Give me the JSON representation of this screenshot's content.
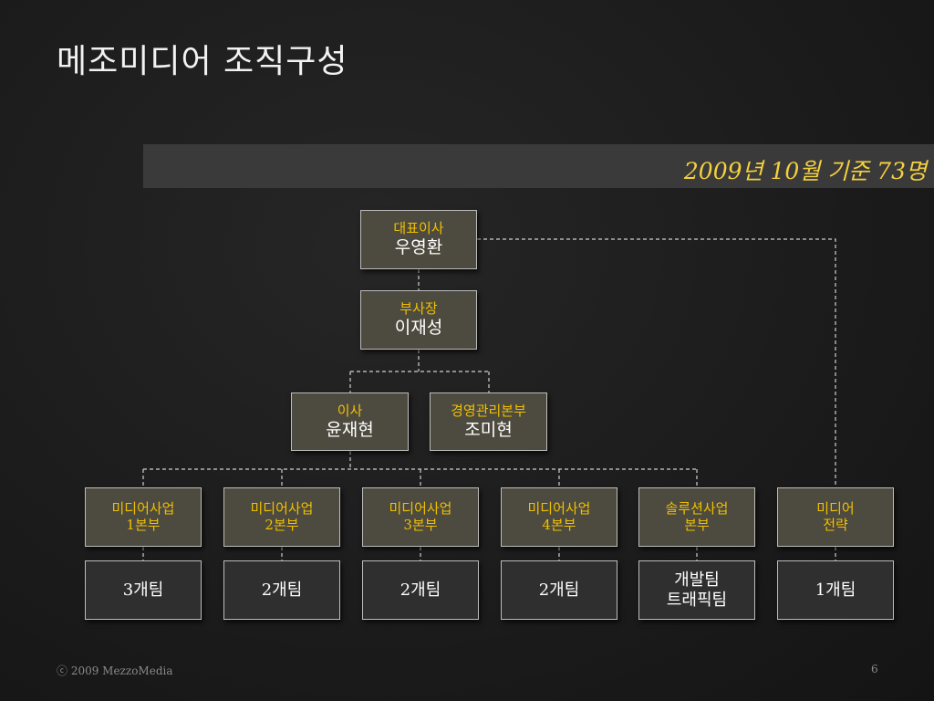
{
  "title": "메조미디어 조직구성",
  "banner": "2009년 10월 기준 73명",
  "ceo": {
    "role": "대표이사",
    "name": "우영환"
  },
  "vp": {
    "role": "부사장",
    "name": "이재성"
  },
  "director": {
    "role": "이사",
    "name": "윤재현"
  },
  "management": {
    "role": "경영관리본부",
    "name": "조미현"
  },
  "divisions": [
    {
      "line1": "미디어사업",
      "line2": "1본부"
    },
    {
      "line1": "미디어사업",
      "line2": "2본부"
    },
    {
      "line1": "미디어사업",
      "line2": "3본부"
    },
    {
      "line1": "미디어사업",
      "line2": "4본부"
    },
    {
      "line1": "솔루션사업",
      "line2": "본부"
    },
    {
      "line1": "미디어",
      "line2": "전략"
    }
  ],
  "teams": [
    {
      "line1": "3개팀"
    },
    {
      "line1": "2개팀"
    },
    {
      "line1": "2개팀"
    },
    {
      "line1": "2개팀"
    },
    {
      "line1": "개발팀",
      "line2": "트래픽팀"
    },
    {
      "line1": "1개팀"
    }
  ],
  "footer": {
    "copyright": "ⓒ 2009 MezzoMedia",
    "page": "6"
  }
}
